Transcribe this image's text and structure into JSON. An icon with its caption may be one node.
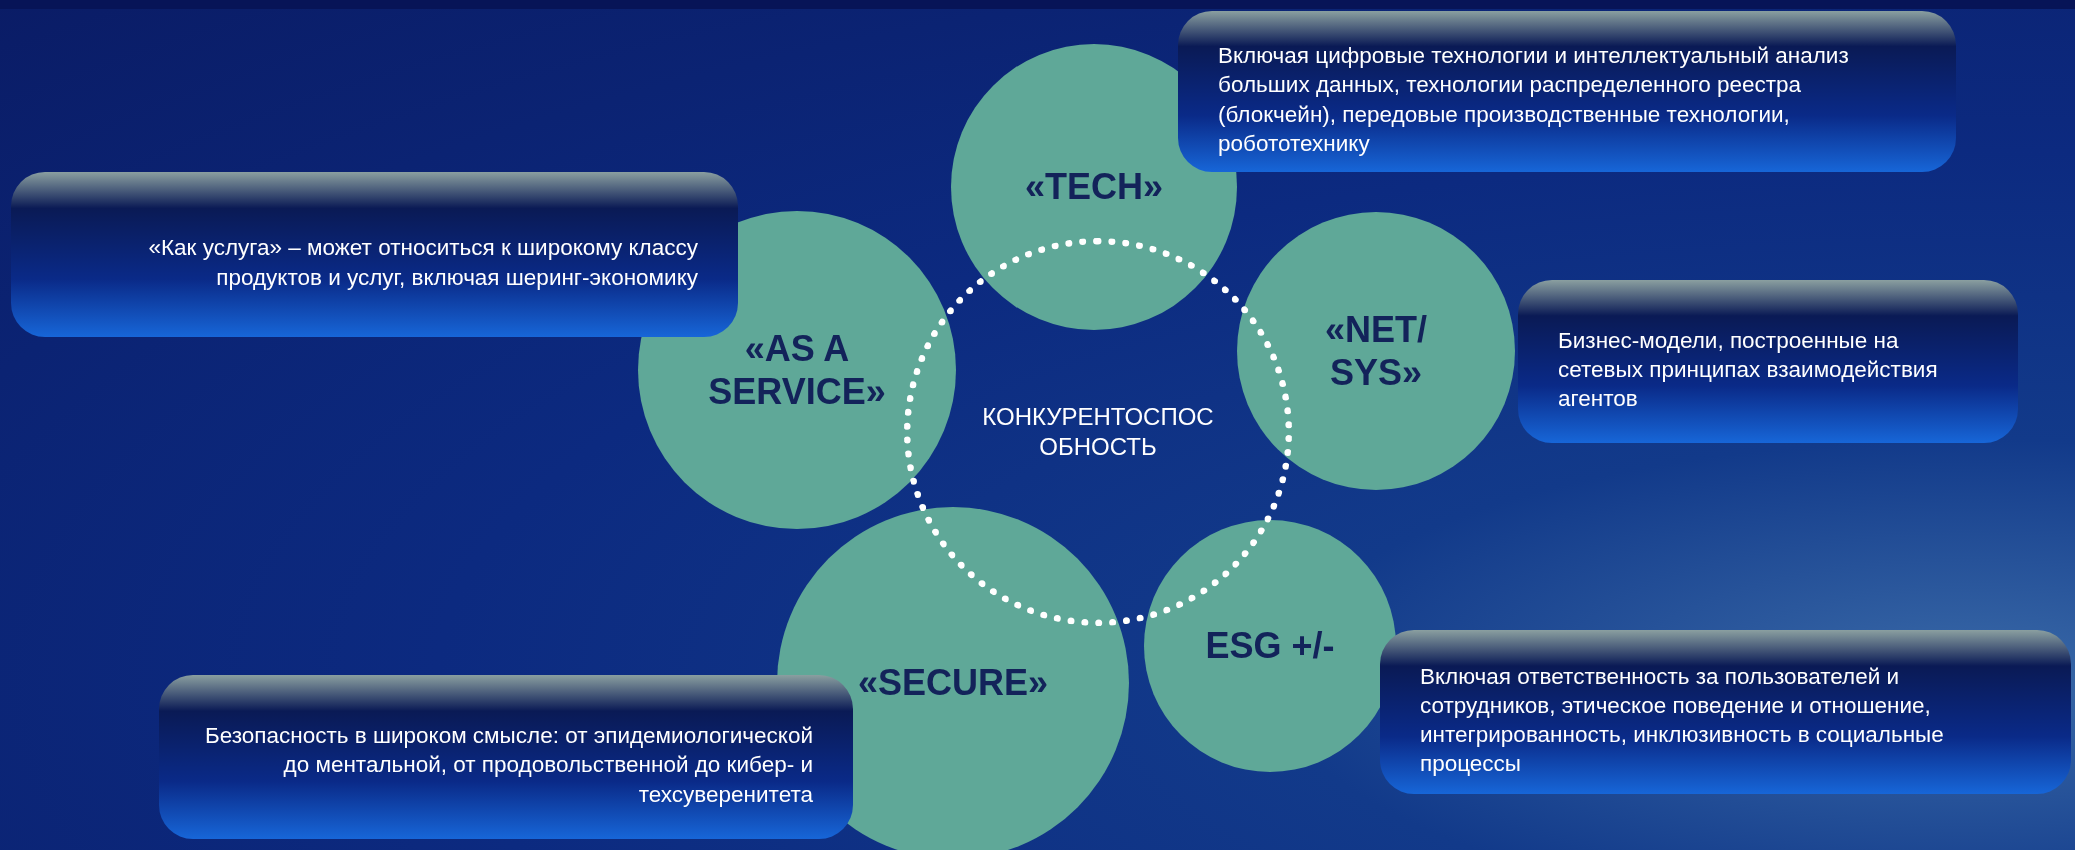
{
  "diagram": {
    "nodes": [
      {
        "text": [
          "Включая цифровые технологии и интеллектуальный анализ больших данных, технологии распределенного реестра (блокчейн), передовые производственные технологии, робототехнику"
        ]
      },
      {
        "text": [
          "«TECH»"
        ]
      },
      {
        "text": [
          "«Как услуга» – может относиться к широкому классу продуктов и услуг, включая шеринг-экономику"
        ]
      },
      {
        "text": [
          "«AS A SERVICE»"
        ]
      },
      {
        "text": [
          "«NET/ SYS»"
        ]
      },
      {
        "text": [
          "Бизнес-модели, построенные на сетевых принципах взаимодействия агентов"
        ]
      },
      {
        "text": [
          "КОНКУРЕНТОСПОСОБНОСТЬ"
        ]
      },
      {
        "text": [
          "ESG +/-"
        ]
      },
      {
        "text": [
          "«SECURE»"
        ]
      },
      {
        "text": [
          "Включая ответственность за пользователей и сотрудников, этическое поведение и отношение, интегрированность, инклюзивность в социальные процессы"
        ]
      },
      {
        "text": [
          "Безопасность в широком смысле: от эпидемиологической до ментальной, от продовольственной до кибер- и техсуверенитета"
        ]
      }
    ]
  }
}
